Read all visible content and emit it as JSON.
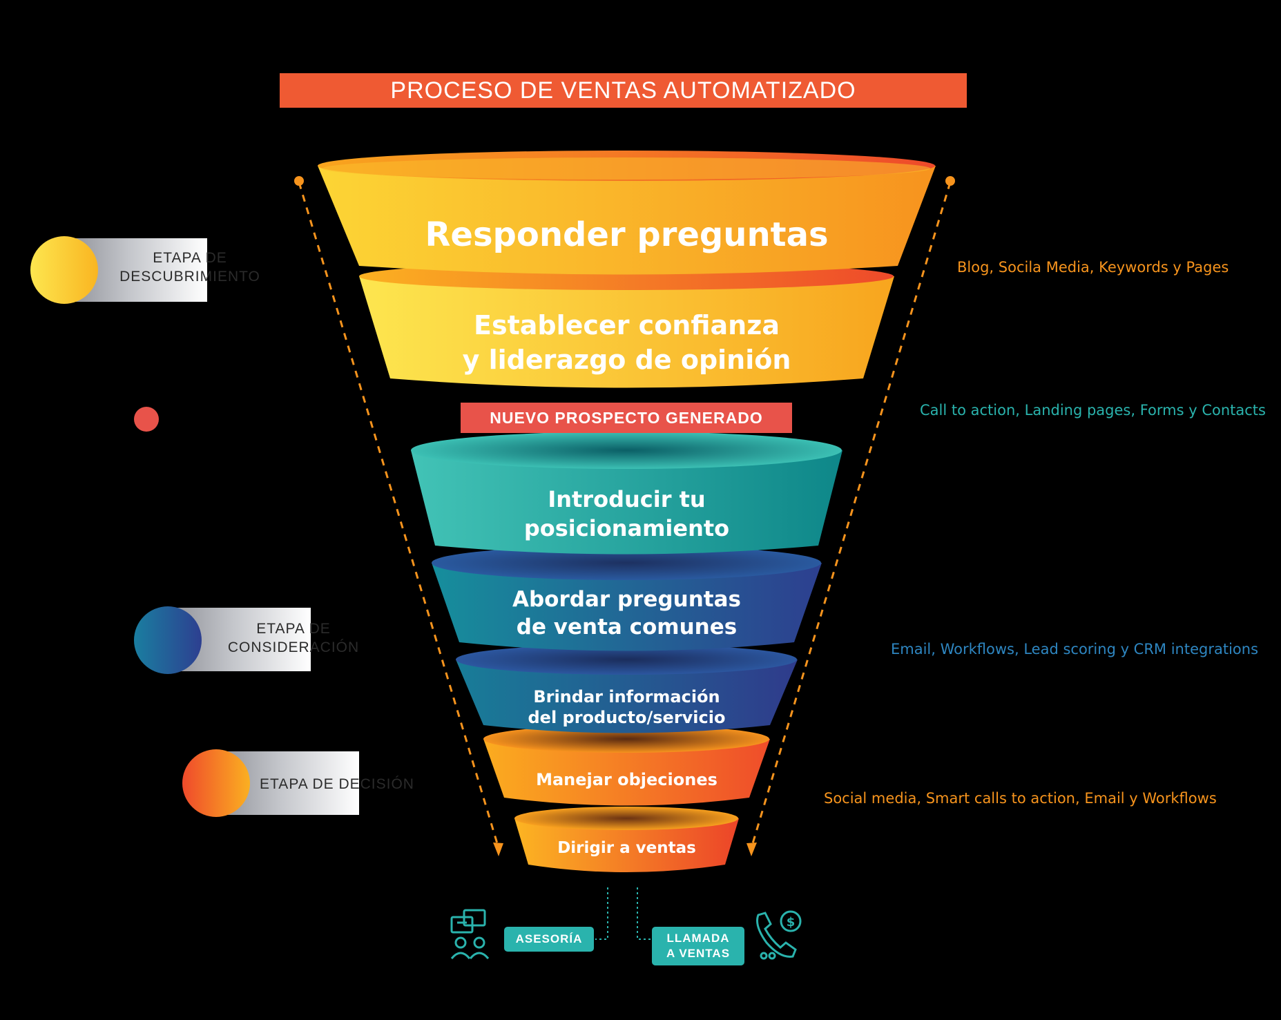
{
  "title": "PROCESO DE VENTAS AUTOMATIZADO",
  "divider": "NUEVO PROSPECTO GENERADO",
  "funnel": [
    {
      "label": "Responder preguntas",
      "colors": [
        "#fbd230",
        "#f7931e"
      ]
    },
    {
      "label": "Establecer confianza\ny liderazgo de opinión",
      "colors": [
        "#fde24f",
        "#f8a51e"
      ]
    },
    {
      "label": "Introducir tu\nposicionamiento",
      "colors": [
        "#3fc1b5",
        "#0e8a8a"
      ]
    },
    {
      "label": "Abordar preguntas\nde venta comunes",
      "colors": [
        "#1a8c9c",
        "#2c3f8e"
      ]
    },
    {
      "label": "Brindar información\ndel producto/servicio",
      "colors": [
        "#1b7c98",
        "#2f3d8c"
      ]
    },
    {
      "label": "Manejar objeciones",
      "colors": [
        "#f9a51c",
        "#ef4f2a"
      ]
    },
    {
      "label": "Dirigir a ventas",
      "colors": [
        "#fbb021",
        "#ee4a2a"
      ]
    }
  ],
  "phases": [
    {
      "label": "ETAPA DE\nDESCUBRIMIENTO",
      "colors": [
        "#fde34f",
        "#f9b521"
      ]
    },
    {
      "label": "ETAPA DE\nCONSIDERACIÓN",
      "colors": [
        "#1a7ea0",
        "#2d3f90"
      ]
    },
    {
      "label": "ETAPA DE DECISIÓN",
      "colors": [
        "#ef4a2b",
        "#fbb021"
      ]
    }
  ],
  "tools": [
    "Blog, Socila Media, Keywords y Pages",
    "Call to action, Landing pages, Forms y Contacts",
    "Email, Workflows, Lead scoring y CRM integrations",
    "Social media, Smart calls to action, Email y Workflows"
  ],
  "outcomes": {
    "left": "ASESORÍA",
    "right": "LLAMADA\nA VENTAS"
  },
  "colors": {
    "accent": "#ef5a33",
    "teal": "#2ab3ad",
    "orange_text": "#f7941d",
    "blue_text": "#2e86c1"
  }
}
